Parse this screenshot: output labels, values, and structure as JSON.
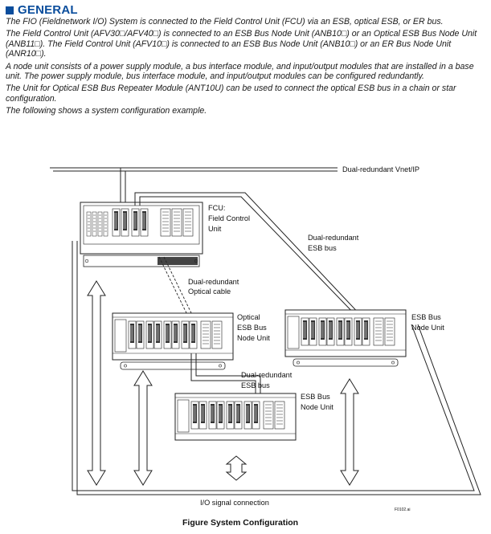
{
  "heading": {
    "title": "GENERAL"
  },
  "paragraphs": [
    "The FIO (Fieldnetwork I/O) System is connected to the Field Control Unit (FCU) via an ESB, optical ESB, or ER bus.",
    "The Field Control Unit (AFV30□/AFV40□) is connected to an ESB Bus Node Unit (ANB10□) or an Optical ESB Bus Node Unit (ANB11□). The Field Control Unit (AFV10□) is connected to an ESB Bus Node Unit (ANB10□) or an ER Bus Node Unit (ANR10□).",
    "A node unit consists of a power supply module, a bus interface module, and input/output modules that are installed in a base unit. The power supply module, bus interface module, and input/output modules can be configured redundantly.",
    "The Unit for Optical ESB Bus Repeater Module (ANT10U) can be used to connect the optical ESB bus in a chain or star configuration.",
    "The following shows a system configuration example."
  ],
  "figure": {
    "labels": {
      "vnet": "Dual-redundant Vnet/IP",
      "fcu_1": "FCU:",
      "fcu_2": "Field Control",
      "fcu_3": "Unit",
      "esb_bus_top_1": "Dual-redundant",
      "esb_bus_top_2": "ESB bus",
      "optical_cable_1": "Dual-redundant",
      "optical_cable_2": "Optical cable",
      "optical_node_1": "Optical",
      "optical_node_2": "ESB Bus",
      "optical_node_3": "Node Unit",
      "esb_node_right_1": "ESB Bus",
      "esb_node_right_2": "Node Unit",
      "esb_bus_mid_1": "Dual-redundant",
      "esb_bus_mid_2": "ESB bus",
      "esb_node_bottom_1": "ESB Bus",
      "esb_node_bottom_2": "Node Unit",
      "io": "I/O signal connection",
      "file_id": "F0102.ai"
    },
    "caption": "Figure   System Configuration"
  }
}
